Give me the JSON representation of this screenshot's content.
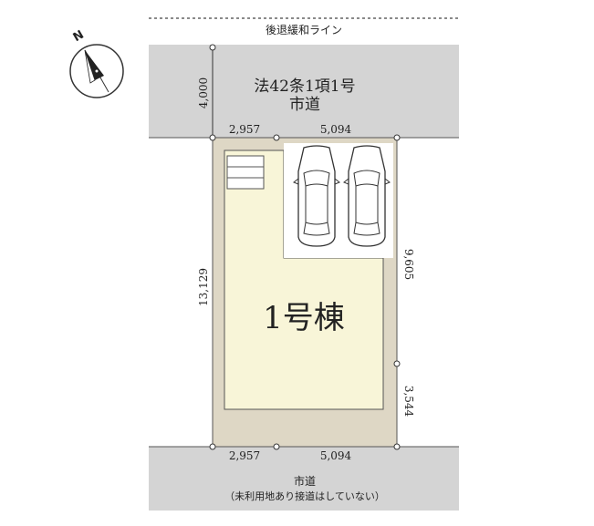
{
  "setback_line_label": "後退緩和ライン",
  "north_label": "N",
  "top_road": {
    "line1": "法42条1項1号",
    "line2": "市道",
    "width": "4,000"
  },
  "bottom_road": {
    "line1": "市道",
    "line2": "（未利用地あり接道はしていない）"
  },
  "building_label": "1号棟",
  "dimensions": {
    "top_left": "2,957",
    "top_right": "5,094",
    "bottom_left": "2,957",
    "bottom_right": "5,094",
    "left": "13,129",
    "right_upper": "9,605",
    "right_lower": "3,544"
  },
  "colors": {
    "road": "#d4d4d4",
    "lot": "#ded7c5",
    "building": "#f8f5d8",
    "parking": "#ffffff",
    "outline": "#555555"
  }
}
